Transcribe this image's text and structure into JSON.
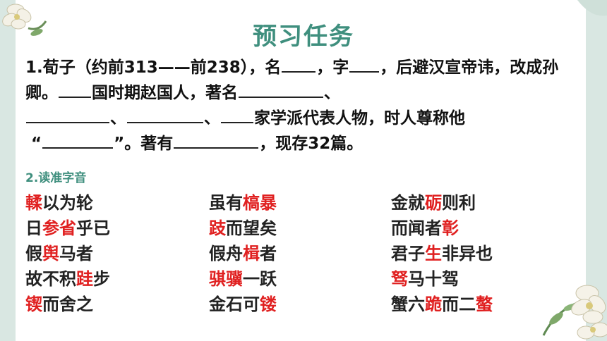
{
  "title": "预习任务",
  "paragraph": {
    "p1": "1.荀子（约前313——前238），名",
    "p2": "，字",
    "p3": "，后避汉宣帝讳，改成孙卿。",
    "p4": "国时期赵国人，著名",
    "p5": "、",
    "p6": "、",
    "p7": "、",
    "p8": "家学派代表人物，时人尊称他",
    "p9": "“",
    "p10": "”。著有",
    "p11": "，现存32篇。"
  },
  "section2_label": "2.读准字音",
  "phrases": [
    [
      {
        "hl": "輮",
        "rest": "以为轮",
        "pre": ""
      },
      {
        "pre": "虽有",
        "hl": "槁暴",
        "rest": ""
      },
      {
        "pre": "金就",
        "hl": "砺",
        "rest": "则利"
      }
    ],
    [
      {
        "pre": "日",
        "hl": "参省",
        "rest": "乎已"
      },
      {
        "pre": "",
        "hl": "跂",
        "rest": "而望矣"
      },
      {
        "pre": "而闻者",
        "hl": "彰",
        "rest": ""
      }
    ],
    [
      {
        "pre": "假",
        "hl": "舆",
        "rest": "马者"
      },
      {
        "pre": "假舟",
        "hl": "楫",
        "rest": "者"
      },
      {
        "pre": "君子",
        "hl": "生",
        "rest": "非异也"
      }
    ],
    [
      {
        "pre": "故不积",
        "hl": "跬",
        "rest": "步"
      },
      {
        "pre": "",
        "hl": "骐骥",
        "rest": "一跃"
      },
      {
        "pre": "",
        "hl": "驽",
        "rest": "马十驾"
      }
    ],
    [
      {
        "pre": "",
        "hl": "锲",
        "rest": "而舍之"
      },
      {
        "pre": "金石可",
        "hl": "镂",
        "rest": ""
      },
      {
        "pre": "蟹六",
        "hl": "跪",
        "rest": "而二"
      },
      {
        "extra_hl": "螯"
      }
    ]
  ],
  "colors": {
    "accent": "#3f8f7e",
    "highlight": "#e02020",
    "side": "#d9e7e2"
  },
  "icons": [
    "white-flower-decoration"
  ]
}
